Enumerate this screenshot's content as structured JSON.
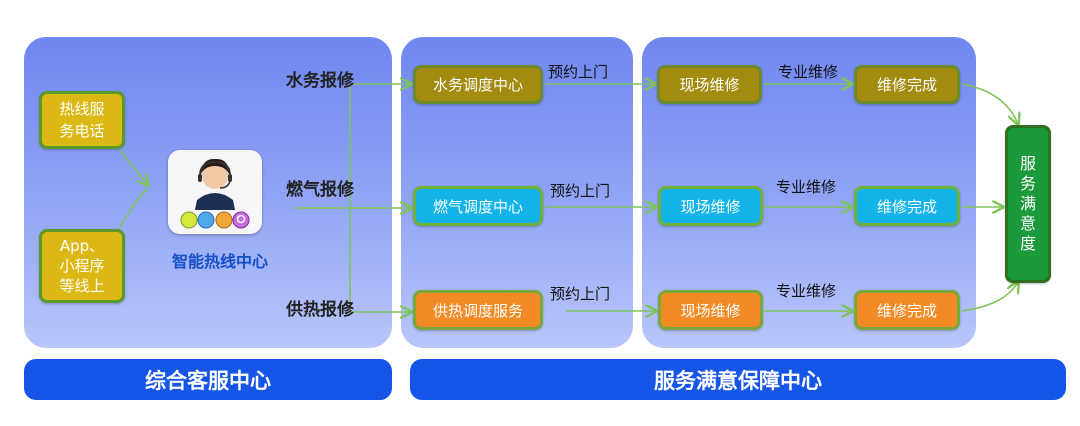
{
  "left": {
    "hotline_label": "热线服\n务电话",
    "app_label": "App、\n小程序\n等线上",
    "center_label": "智能热线中心",
    "bottom_bar": "综合客服中心"
  },
  "categories": {
    "water": "水务报修",
    "gas": "燃气报修",
    "heat": "供热报修"
  },
  "dispatch": {
    "water": "水务调度中心",
    "gas": "燃气调度中心",
    "heat": "供热调度服务"
  },
  "edge_labels": {
    "appointment": "预约上门",
    "professional": "专业维修"
  },
  "onsite": "现场维修",
  "complete": "维修完成",
  "satisfaction": "服\n务\n满\n意\n度",
  "right_bar": "服务满意保障中心",
  "colors": {
    "water": "#a38b0f",
    "gas": "#14b4ea",
    "heat": "#f28a26",
    "satisfaction": "#1a9a3a",
    "bar": "#1556e8"
  }
}
